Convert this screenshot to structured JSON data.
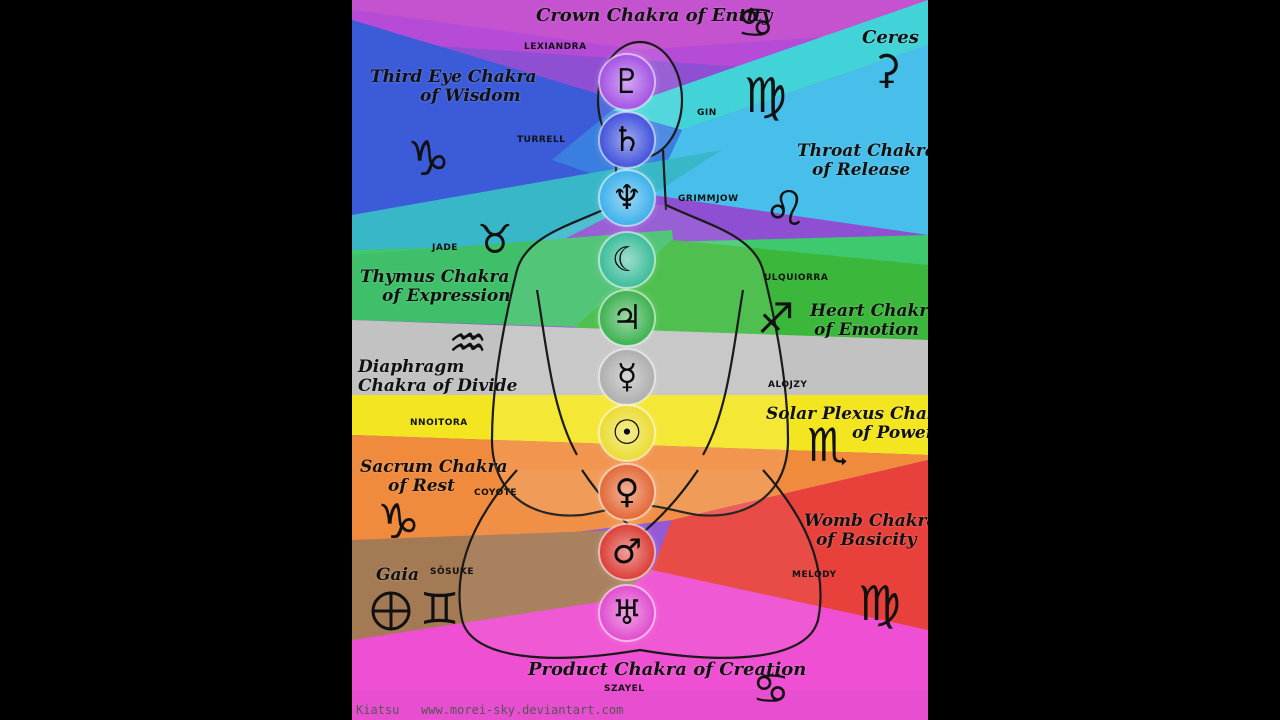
{
  "crown": {
    "title": "Crown Chakra of Entity",
    "name": "LEXIANDRA",
    "glyph": "♋"
  },
  "ceres": {
    "label": "Ceres",
    "glyph": "⚳"
  },
  "third_eye": {
    "title_line1": "Third Eye Chakra",
    "title_line2": "of Wisdom",
    "name": "TURRELL",
    "glyph": "♑"
  },
  "gin": {
    "name": "GIN",
    "glyph": "♍"
  },
  "throat": {
    "title_line1": "Throat Chakra",
    "title_line2": "of Release",
    "name": "GRIMMJOW",
    "glyph": "♌"
  },
  "thymus": {
    "name": "JADE",
    "glyph": "♉",
    "title_line1": "Thymus Chakra",
    "title_line2": "of Expression"
  },
  "heart": {
    "name": "ULQUIORRA",
    "glyph": "♐",
    "title_line1": "Heart Chakra",
    "title_line2": "of Emotion"
  },
  "diaphragm": {
    "glyph": "♒",
    "title_line1": "Diaphragm",
    "title_line2": "Chakra of Divide",
    "name": "ALOJZY"
  },
  "solar_plexus": {
    "name": "NNOITORA",
    "title_line1": "Solar Plexus Chakra",
    "title_line2": "of Power",
    "glyph": "♏"
  },
  "sacrum": {
    "title_line1": "Sacrum Chakra",
    "title_line2": "of Rest",
    "name": "COYOTE",
    "glyph": "♑"
  },
  "womb": {
    "title_line1": "Womb Chakra",
    "title_line2": "of Basicity",
    "name": "MELODY",
    "glyph": "♍"
  },
  "gaia": {
    "label": "Gaia",
    "name": "SŌSUKE",
    "earth_glyph": "🜨",
    "gemini_glyph": "♊"
  },
  "product": {
    "title": "Product Chakra of Creation",
    "name": "SZAYEL",
    "glyph": "♋"
  },
  "chakra_symbols": [
    "♇",
    "♄",
    "♆",
    "☾",
    "♃",
    "☿",
    "☉",
    "♀",
    "♂",
    "♅"
  ],
  "credit": "Kiatsu   www.morei-sky.deviantart.com",
  "colors": {
    "magenta": "#d64fc8",
    "purple": "#9b47d6",
    "blue": "#3a5fd9",
    "cyan": "#39c7ea",
    "teal": "#3fd6c4",
    "green": "#3fbf3f",
    "gray": "#bdbdbd",
    "yellow": "#f4e61e",
    "orange": "#f08a3c",
    "red": "#e8403a",
    "brown": "#a07852",
    "pink": "#f04fd3"
  }
}
